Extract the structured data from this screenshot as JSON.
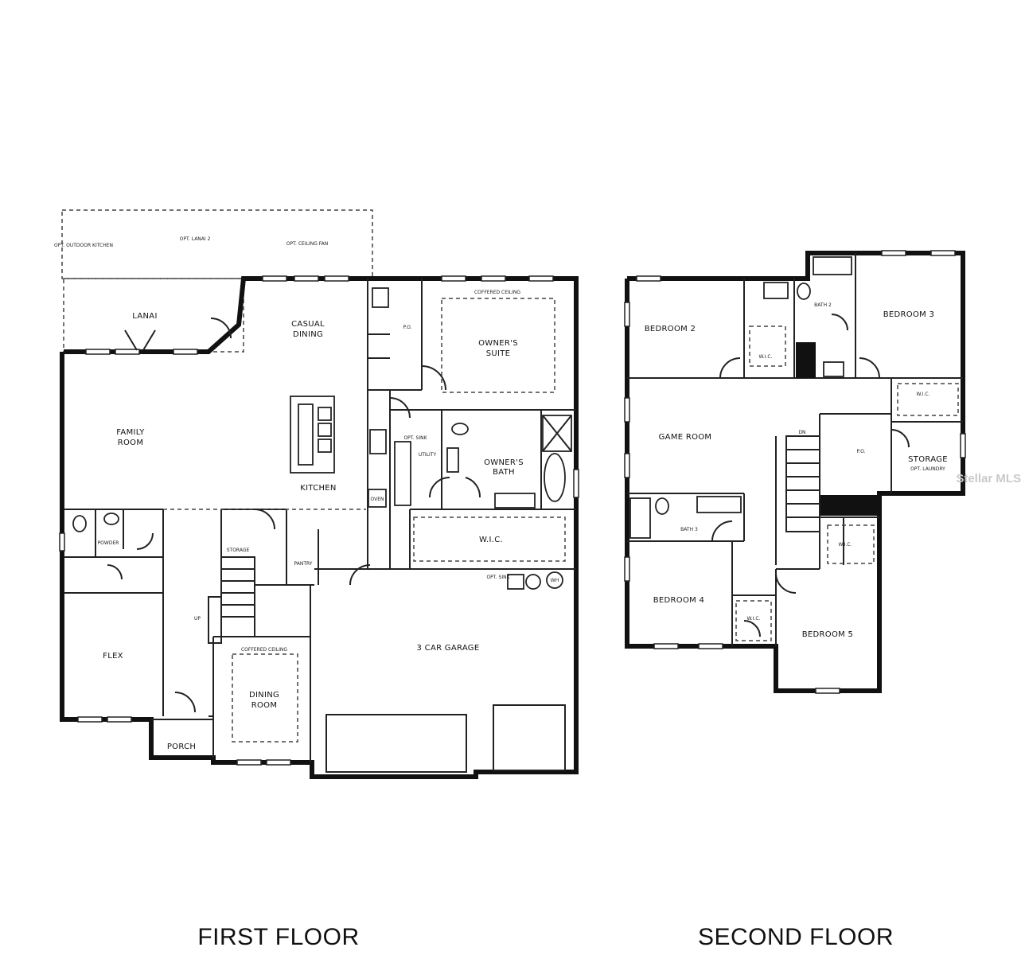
{
  "floors": {
    "first": {
      "title": "FIRST FLOOR",
      "rooms": {
        "opt_lanai_2": "OPT. LANAI 2",
        "opt_outdoor_kitchen": "OPT. OUTDOOR KITCHEN",
        "opt_ceiling_fan": "OPT. CEILING FAN",
        "lanai": "LANAI",
        "casual_dining": [
          "CASUAL",
          "DINING"
        ],
        "family_room": [
          "FAMILY",
          "ROOM"
        ],
        "kitchen": "KITCHEN",
        "owners_suite": [
          "OWNER'S",
          "SUITE"
        ],
        "coffered_ceiling_owner": "COFFERED CEILING",
        "owners_bath": [
          "OWNER'S",
          "BATH"
        ],
        "wic_owner": "W.I.C.",
        "utility": "UTILITY",
        "powder": "POWDER",
        "flex": "FLEX",
        "storage": "STORAGE",
        "pantry": "PANTRY",
        "dining_room": [
          "DINING",
          "ROOM"
        ],
        "coffered_ceiling_dining": "COFFERED CEILING",
        "porch": "PORCH",
        "garage": "3 CAR GARAGE",
        "po": "P.O.",
        "oven": "OVEN",
        "opt_sink": "OPT. SINK",
        "opt_sink_garage": "OPT. SINK",
        "wh": "WH",
        "up": "UP"
      }
    },
    "second": {
      "title": "SECOND FLOOR",
      "rooms": {
        "bedroom_2": "BEDROOM 2",
        "bedroom_3": "BEDROOM 3",
        "bedroom_4": "BEDROOM 4",
        "bedroom_5": "BEDROOM 5",
        "bath_2": "BATH 2",
        "bath_3": "BATH 3",
        "game_room": "GAME ROOM",
        "wic_1": "W.I.C.",
        "wic_2": "W.I.C.",
        "wic_3": "W.I.C.",
        "wic_4": "W.I.C.",
        "po": "P.O.",
        "storage": "STORAGE",
        "opt_laundry": "OPT. LAUNDRY",
        "dn": "DN"
      }
    }
  },
  "watermark": "Stellar MLS"
}
